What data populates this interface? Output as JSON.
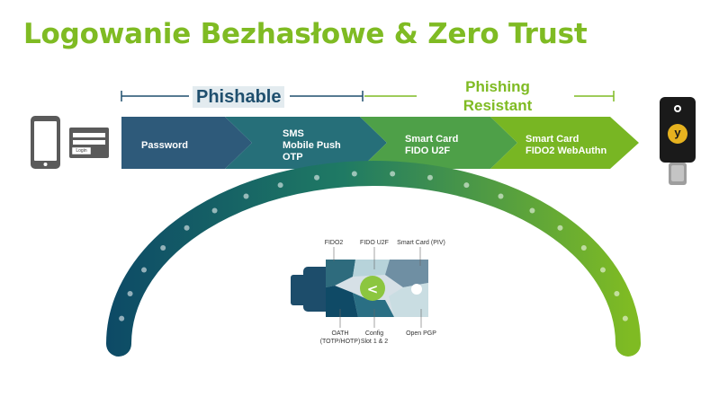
{
  "title": "Logowanie Bezhasłowe & Zero Trust",
  "scale": {
    "phishable_label": "Phishable",
    "phishing_resistant_label": "Phishing\nResistant"
  },
  "stages": [
    {
      "label": "Password",
      "color": "#2e5a7a"
    },
    {
      "label": "SMS\nMobile Push\nOTP",
      "color": "#266f79"
    },
    {
      "label": "Smart Card\nFIDO U2F",
      "color": "#4ea048"
    },
    {
      "label": "Smart Card\nFIDO2 WebAuthn",
      "color": "#78b623"
    }
  ],
  "left_devices": {
    "login_button_label": "Login"
  },
  "security_key": {
    "logo_letter": "y",
    "labels": {
      "fido2": "FIDO2",
      "fido_u2f": "FIDO U2F",
      "smart_card": "Smart Card (PIV)",
      "oath": "OATH\n(TOTP/HOTP)",
      "config": "Config\nSlot 1 & 2",
      "open_pgp": "Open PGP"
    }
  },
  "colors": {
    "accent_green": "#7fbb23",
    "dark_blue": "#1f4f6e",
    "arc_start": "#0d4a66",
    "arc_end": "#7fbb23"
  }
}
